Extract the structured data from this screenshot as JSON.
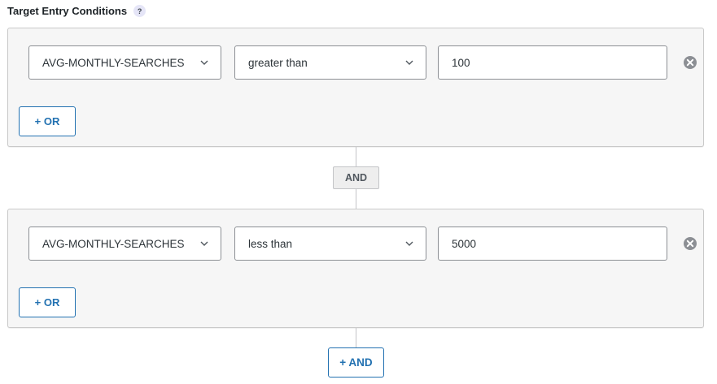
{
  "header": {
    "title": "Target Entry Conditions",
    "help_label": "?"
  },
  "groups": [
    {
      "field": "AVG-MONTHLY-SEARCHES",
      "operator": "greater than",
      "value": "100",
      "or_label": "+ OR"
    },
    {
      "field": "AVG-MONTHLY-SEARCHES",
      "operator": "less than",
      "value": "5000",
      "or_label": "+ OR"
    }
  ],
  "connector": {
    "label": "AND"
  },
  "add_and": {
    "label": "+ AND"
  },
  "icons": {
    "remove": "close-circle-icon",
    "dropdown": "chevron-down-icon",
    "help": "question-icon"
  },
  "colors": {
    "accent": "#2271b1",
    "group_bg": "#f6f6f6",
    "remove_icon": "#8c8f94"
  }
}
